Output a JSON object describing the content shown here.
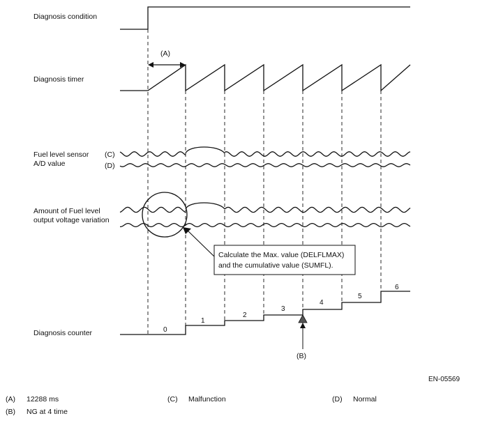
{
  "labels": {
    "diagnosis_condition": "Diagnosis condition",
    "diagnosis_timer": "Diagnosis timer",
    "fuel_sensor_line1": "Fuel level sensor",
    "fuel_sensor_line2": "A/D value",
    "variation_line1": "Amount of Fuel level",
    "variation_line2": "output voltage variation",
    "diagnosis_counter": "Diagnosis counter"
  },
  "markers": {
    "a": "(A)",
    "b": "(B)",
    "c": "(C)",
    "d": "(D)"
  },
  "callout": {
    "line1": "Calculate the Max. value (DELFLMAX)",
    "line2": "and the cumulative value (SUMFL)."
  },
  "counter_values": [
    "0",
    "1",
    "2",
    "3",
    "4",
    "5",
    "6"
  ],
  "figure_id": "EN-05569",
  "legend": [
    {
      "key": "(A)",
      "text": "12288 ms"
    },
    {
      "key": "(C)",
      "text": "Malfunction"
    },
    {
      "key": "(D)",
      "text": "Normal"
    },
    {
      "key": "(B)",
      "text": "NG at 4 time"
    }
  ]
}
